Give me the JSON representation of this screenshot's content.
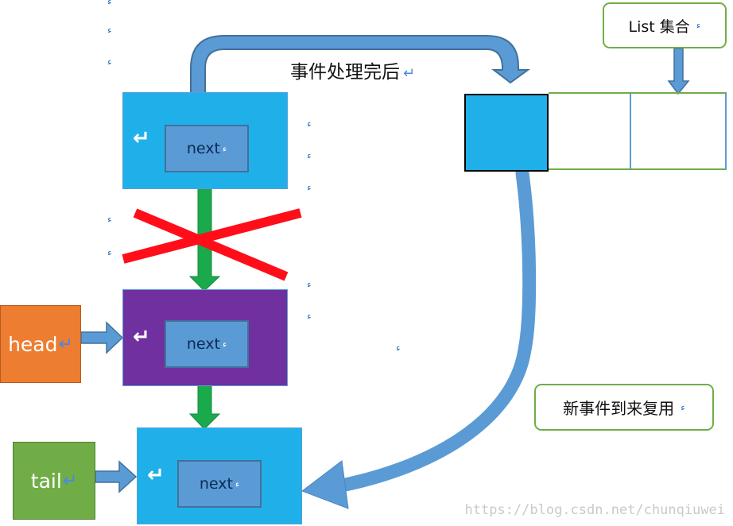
{
  "list_label": "List 集合",
  "reuse_label": "新事件到来复用",
  "processed_label": "事件处理完后",
  "head_label": "head",
  "tail_label": "tail",
  "node_field": "next",
  "return_mark": "↵",
  "para_mark": "ء",
  "watermark": "https://blog.csdn.net/chunqiuwei",
  "colors": {
    "node_blue": "#1fb0ea",
    "node_purple": "#7030a0",
    "next_field": "#5b9bd5",
    "head_box": "#ed7d31",
    "tail_box": "#70ad47",
    "link_arrow": "#1aaa4b",
    "cross": "#ff0e1a",
    "flow_arrow": "#5b9bd5"
  }
}
